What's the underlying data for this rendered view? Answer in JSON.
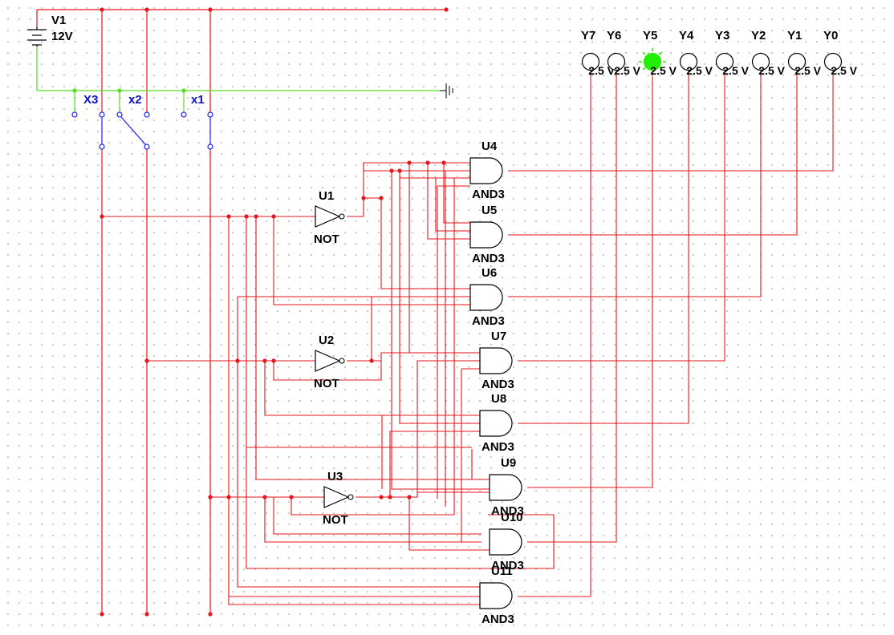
{
  "schematic": {
    "battery": {
      "ref": "V1",
      "value": "12V"
    },
    "switches": [
      {
        "ref": "X3"
      },
      {
        "ref": "x2"
      },
      {
        "ref": "x1"
      }
    ],
    "inverters": [
      {
        "ref": "U1",
        "type": "NOT"
      },
      {
        "ref": "U2",
        "type": "NOT"
      },
      {
        "ref": "U3",
        "type": "NOT"
      }
    ],
    "gates": [
      {
        "ref": "U4",
        "type": "AND3"
      },
      {
        "ref": "U5",
        "type": "AND3"
      },
      {
        "ref": "U6",
        "type": "AND3"
      },
      {
        "ref": "U7",
        "type": "AND3"
      },
      {
        "ref": "U8",
        "type": "AND3"
      },
      {
        "ref": "U9",
        "type": "AND3"
      },
      {
        "ref": "U10",
        "type": "AND3"
      },
      {
        "ref": "U11",
        "type": "AND3"
      }
    ],
    "probes": [
      {
        "ref": "Y7",
        "voltage": "2.5 V",
        "lit": false
      },
      {
        "ref": "Y6",
        "voltage": "2.5 V",
        "lit": false
      },
      {
        "ref": "Y5",
        "voltage": "2.5 V",
        "lit": true
      },
      {
        "ref": "Y4",
        "voltage": "2.5 V",
        "lit": false
      },
      {
        "ref": "Y3",
        "voltage": "2.5 V",
        "lit": false
      },
      {
        "ref": "Y2",
        "voltage": "2.5 V",
        "lit": false
      },
      {
        "ref": "Y1",
        "voltage": "2.5 V",
        "lit": false
      },
      {
        "ref": "Y0",
        "voltage": "2.5 V",
        "lit": false
      }
    ],
    "colors": {
      "wire": "#e8141c",
      "ground_wire": "#55dd22",
      "switch": "#1a1aff",
      "component": "#000000",
      "probe_lit": "#22ee00"
    }
  }
}
